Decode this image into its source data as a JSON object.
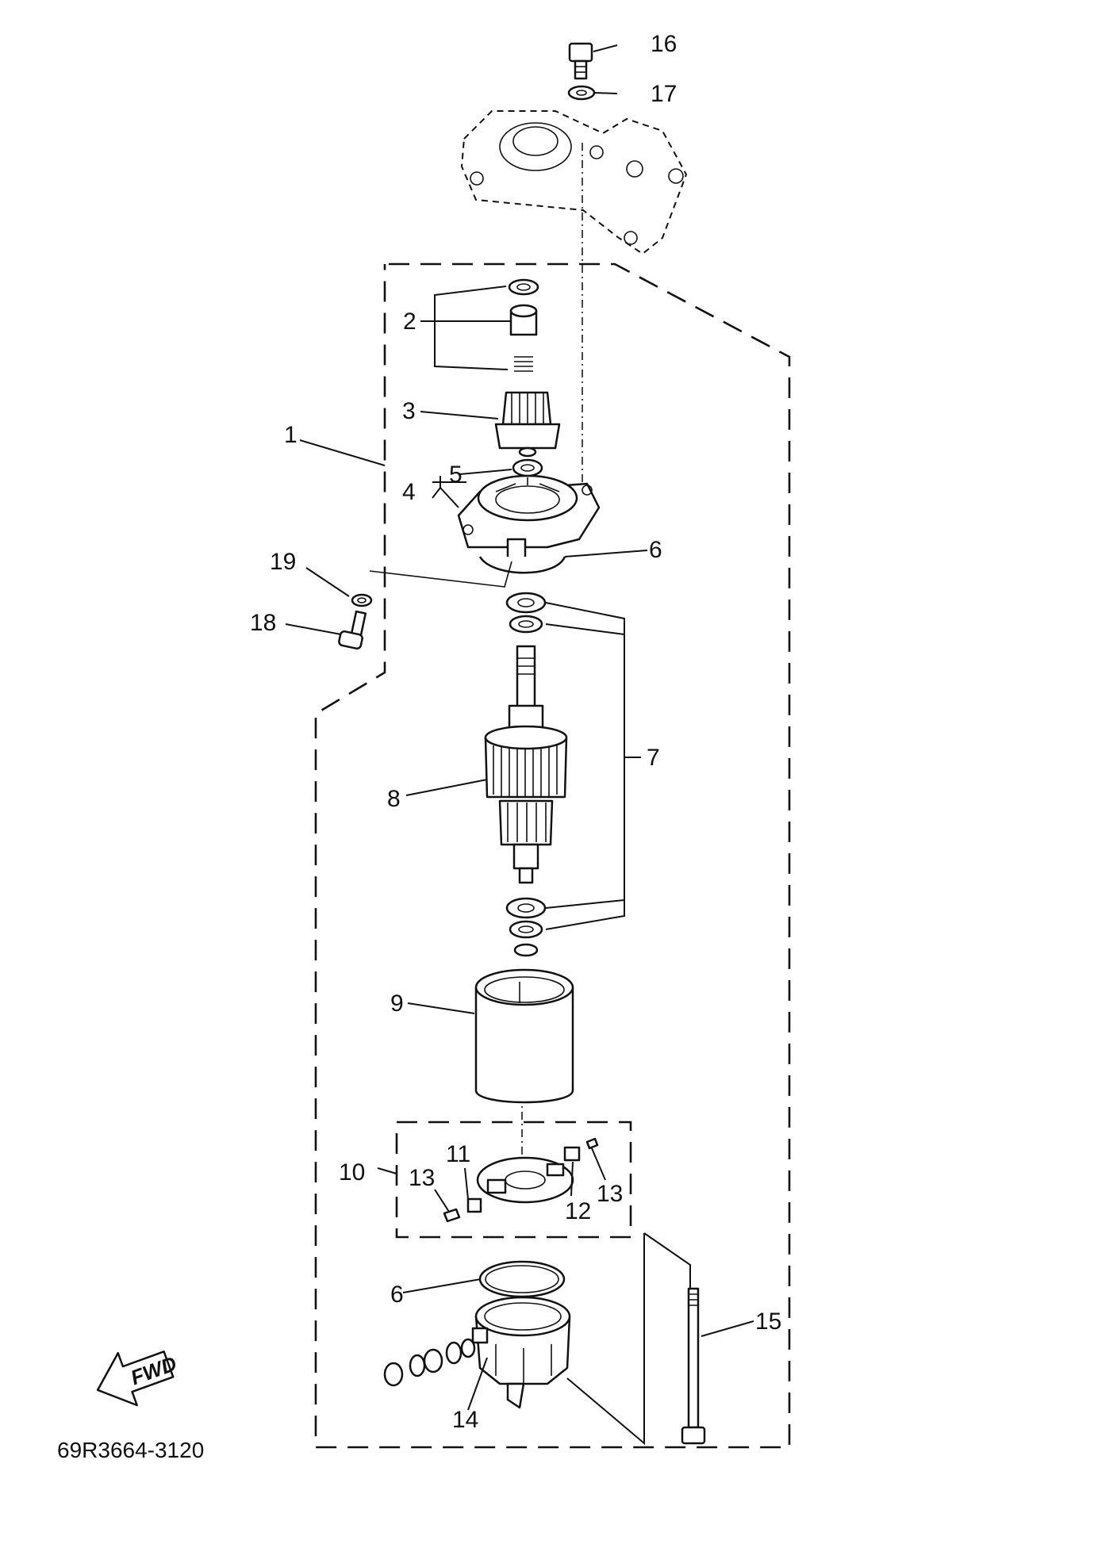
{
  "diagram": {
    "callouts": {
      "n1": "1",
      "n2": "2",
      "n3": "3",
      "n4": "4",
      "n5": "5",
      "n6a": "6",
      "n6b": "6",
      "n7": "7",
      "n8": "8",
      "n9": "9",
      "n10": "10",
      "n11": "11",
      "n12": "12",
      "n13a": "13",
      "n13b": "13",
      "n14": "14",
      "n15": "15",
      "n16": "16",
      "n17": "17",
      "n18": "18",
      "n19": "19"
    },
    "fwd_label": "FWD",
    "drawing_code": "69R3664-3120"
  }
}
